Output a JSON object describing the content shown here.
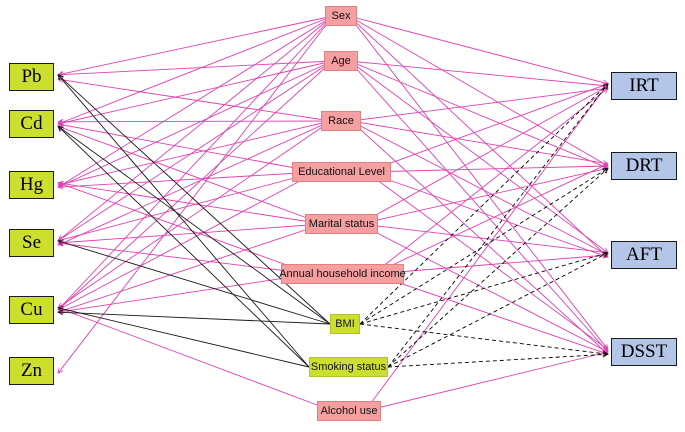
{
  "metals": [
    {
      "id": "pb",
      "label": "Pb"
    },
    {
      "id": "cd",
      "label": "Cd"
    },
    {
      "id": "hg",
      "label": "Hg"
    },
    {
      "id": "se",
      "label": "Se"
    },
    {
      "id": "cu",
      "label": "Cu"
    },
    {
      "id": "zn",
      "label": "Zn"
    }
  ],
  "outcomes": [
    {
      "id": "irt",
      "label": "IRT"
    },
    {
      "id": "drt",
      "label": "DRT"
    },
    {
      "id": "aft",
      "label": "AFT"
    },
    {
      "id": "dsst",
      "label": "DSST"
    }
  ],
  "covariates": [
    {
      "id": "sex",
      "label": "Sex"
    },
    {
      "id": "age",
      "label": "Age"
    },
    {
      "id": "race",
      "label": "Race"
    },
    {
      "id": "edu",
      "label": "Educational Level"
    },
    {
      "id": "marital",
      "label": "Marital status"
    },
    {
      "id": "income",
      "label": "Annual household income"
    },
    {
      "id": "alcohol",
      "label": "Alcohol use"
    }
  ],
  "mediators": [
    {
      "id": "bmi",
      "label": "BMI"
    },
    {
      "id": "smoking",
      "label": "Smoking status"
    }
  ],
  "colors": {
    "covariate_edge": "#e040b0",
    "mediator_metal_edge": "#1a1a1a",
    "mediator_outcome_edge": "#000000",
    "metal_fill": "#ccdf2f",
    "outcome_fill": "#b4c6e7",
    "covariate_fill": "#f4a0a0"
  },
  "edges": {
    "covariate_to_metal": [
      [
        "sex",
        "pb"
      ],
      [
        "sex",
        "cd"
      ],
      [
        "sex",
        "hg"
      ],
      [
        "sex",
        "se"
      ],
      [
        "sex",
        "cu"
      ],
      [
        "sex",
        "zn"
      ],
      [
        "age",
        "pb"
      ],
      [
        "age",
        "cd"
      ],
      [
        "age",
        "hg"
      ],
      [
        "age",
        "se"
      ],
      [
        "age",
        "cu"
      ],
      [
        "race",
        "pb"
      ],
      [
        "race",
        "cd"
      ],
      [
        "race",
        "hg"
      ],
      [
        "race",
        "se"
      ],
      [
        "race",
        "cu"
      ],
      [
        "edu",
        "cd"
      ],
      [
        "edu",
        "hg"
      ],
      [
        "edu",
        "se"
      ],
      [
        "edu",
        "cu"
      ],
      [
        "marital",
        "cd"
      ],
      [
        "marital",
        "hg"
      ],
      [
        "marital",
        "se"
      ],
      [
        "marital",
        "cu"
      ],
      [
        "income",
        "hg"
      ],
      [
        "income",
        "se"
      ],
      [
        "income",
        "cu"
      ],
      [
        "alcohol",
        "cu"
      ]
    ],
    "covariate_to_outcome": [
      [
        "sex",
        "irt"
      ],
      [
        "sex",
        "drt"
      ],
      [
        "sex",
        "aft"
      ],
      [
        "sex",
        "dsst"
      ],
      [
        "age",
        "irt"
      ],
      [
        "age",
        "drt"
      ],
      [
        "age",
        "aft"
      ],
      [
        "age",
        "dsst"
      ],
      [
        "race",
        "irt"
      ],
      [
        "race",
        "drt"
      ],
      [
        "race",
        "aft"
      ],
      [
        "race",
        "dsst"
      ],
      [
        "edu",
        "irt"
      ],
      [
        "edu",
        "drt"
      ],
      [
        "edu",
        "aft"
      ],
      [
        "edu",
        "dsst"
      ],
      [
        "marital",
        "irt"
      ],
      [
        "marital",
        "drt"
      ],
      [
        "marital",
        "aft"
      ],
      [
        "marital",
        "dsst"
      ],
      [
        "income",
        "irt"
      ],
      [
        "income",
        "drt"
      ],
      [
        "income",
        "aft"
      ],
      [
        "income",
        "dsst"
      ],
      [
        "alcohol",
        "irt"
      ],
      [
        "alcohol",
        "dsst"
      ]
    ],
    "mediator_to_metal": [
      [
        "bmi",
        "pb"
      ],
      [
        "bmi",
        "cd"
      ],
      [
        "bmi",
        "se"
      ],
      [
        "bmi",
        "cu"
      ],
      [
        "smoking",
        "pb"
      ],
      [
        "smoking",
        "cd"
      ],
      [
        "smoking",
        "cu"
      ]
    ],
    "mediator_to_outcome": [
      [
        "bmi",
        "irt"
      ],
      [
        "bmi",
        "drt"
      ],
      [
        "bmi",
        "aft"
      ],
      [
        "bmi",
        "dsst"
      ],
      [
        "smoking",
        "irt"
      ],
      [
        "smoking",
        "drt"
      ],
      [
        "smoking",
        "aft"
      ],
      [
        "smoking",
        "dsst"
      ]
    ]
  }
}
